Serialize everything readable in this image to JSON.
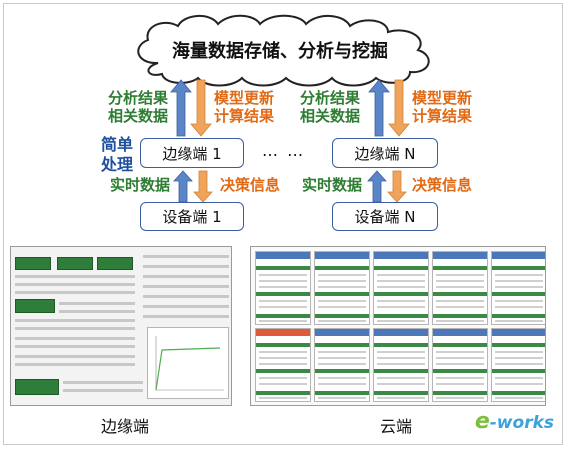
{
  "title": "海量数据存储、分析与挖掘",
  "left_up_label": [
    "分析结果",
    "相关数据"
  ],
  "left_down_label": [
    "模型更新",
    "计算结果"
  ],
  "right_up_label": [
    "分析结果",
    "相关数据"
  ],
  "right_down_label": [
    "模型更新",
    "计算结果"
  ],
  "simple_processing": [
    "简单",
    "处理"
  ],
  "edge1": "边缘端 1",
  "edgeN": "边缘端 N",
  "ellipsis": "… …",
  "realtime_left": "实时数据",
  "decision_left": "决策信息",
  "realtime_right": "实时数据",
  "decision_right": "决策信息",
  "device1": "设备端 1",
  "deviceN": "设备端 N",
  "caption_edge": "边缘端",
  "caption_cloud": "云端",
  "logo_e": "e",
  "logo_rest": "-works",
  "colors": {
    "green": "#2e7d32",
    "orange": "#e06a16",
    "blue": "#1f4e9c",
    "arrow_blue": "#5a86c8",
    "arrow_orange": "#f0a35a"
  }
}
